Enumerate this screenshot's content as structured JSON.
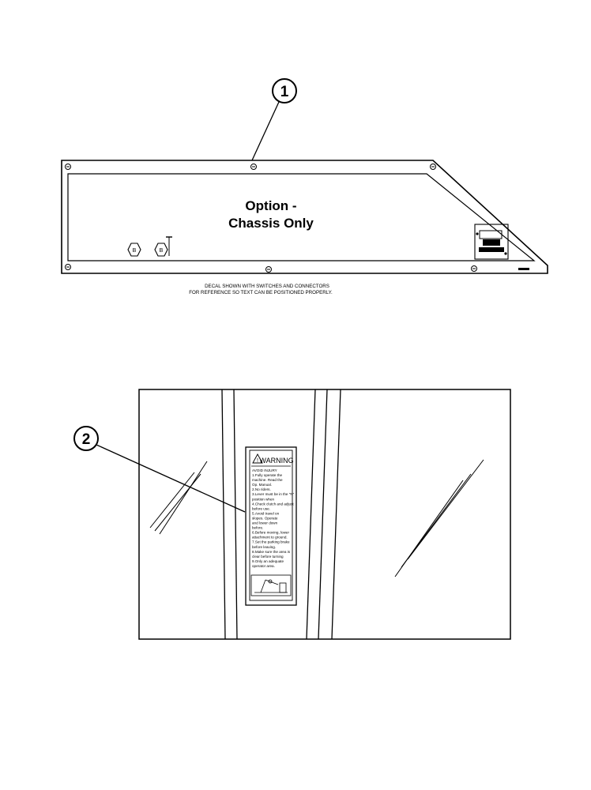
{
  "panel_decal": {
    "callout": "1",
    "title_line1": "Option -",
    "title_line2": "Chassis Only",
    "note_line1": "DECAL SHOWN WITH SWITCHES AND CONNECTORS",
    "note_line2": "FOR REFERENCE SO TEXT CAN BE POSITIONED PROPERLY."
  },
  "window_decal": {
    "callout": "2",
    "warning_heading": "WARNING",
    "warning_lines": [
      "AVOID INJURY",
      "1.Fully operate the",
      "machine. Read the",
      "Op. Manual.",
      "2.No riders.",
      "3.Lever must be in the \"N\"",
      "position when",
      "4.Check clutch and adjust",
      "before use.",
      "5.Avoid travel on",
      "slopes. Operate",
      "and lower down",
      "before.",
      "6.Before moving, lower",
      "attachment to ground.",
      "7.Set the parking brake",
      "before leaving.",
      "8.Make sure the area is",
      "clear before turning",
      "9.Only an adequate",
      "operator area."
    ]
  }
}
